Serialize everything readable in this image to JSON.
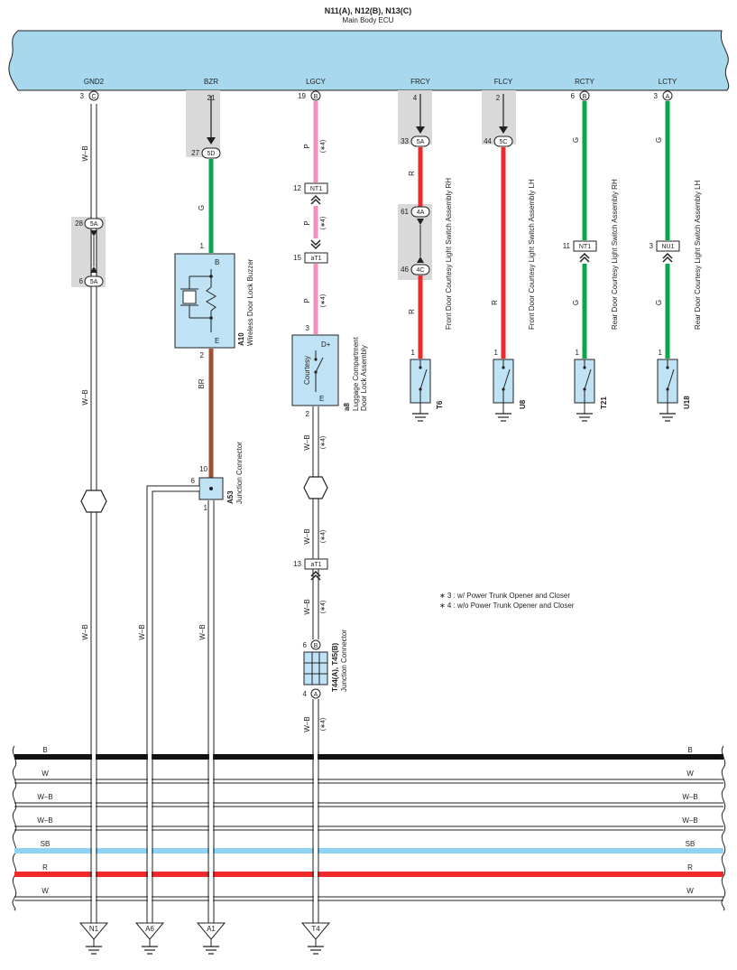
{
  "header": {
    "title": "N11(A), N12(B), N13(C)",
    "subtitle": "Main Body ECU"
  },
  "ecu_pins": [
    {
      "label": "GND2",
      "pin": "3",
      "connector": "C"
    },
    {
      "label": "BZR",
      "pin": "21",
      "connector": ""
    },
    {
      "label": "LGCY",
      "pin": "19",
      "connector": "B"
    },
    {
      "label": "FRCY",
      "pin": "4",
      "connector": ""
    },
    {
      "label": "FLCY",
      "pin": "2",
      "connector": ""
    },
    {
      "label": "RCTY",
      "pin": "6",
      "connector": "B"
    },
    {
      "label": "LCTY",
      "pin": "3",
      "connector": "A"
    }
  ],
  "wire_colors": {
    "W-B": "W–B",
    "G": "G",
    "P": "P",
    "R": "R",
    "BR": "BR",
    "B": "B",
    "W": "W",
    "SB": "SB"
  },
  "colors": {
    "ecu_fill": "#a8d8ee",
    "green": "#0aa64b",
    "pink": "#f48fc0",
    "red": "#ee2a2a",
    "brown": "#a0522d",
    "black": "#111111",
    "sky": "#8fd3f4",
    "component": "#bfe3f4",
    "shade": "#d9d9d9"
  },
  "connectors": {
    "c5D": {
      "pin": "27",
      "id": "5D"
    },
    "c5A_top": {
      "pin": "28",
      "id": "5A"
    },
    "c5A_bot": {
      "pin": "6",
      "id": "5A"
    },
    "c5A_fr": {
      "pin": "33",
      "id": "5A"
    },
    "c4A": {
      "pin": "61",
      "id": "4A"
    },
    "c4C": {
      "pin": "46",
      "id": "4C"
    },
    "c5C": {
      "pin": "44",
      "id": "5C"
    },
    "nt1_a": {
      "pin": "12",
      "id": "NT1"
    },
    "at1_a": {
      "pin": "15",
      "id": "aT1"
    },
    "at1_b": {
      "pin": "13",
      "id": "aT1"
    },
    "nt1_b": {
      "pin": "11",
      "id": "NT1"
    },
    "nu1": {
      "pin": "3",
      "id": "NU1"
    },
    "t44_b": {
      "pin": "6",
      "id": "B"
    },
    "t44_a": {
      "pin": "4",
      "id": "A"
    }
  },
  "notes": {
    "star4": "(∗4)",
    "note3": "∗ 3 : w/ Power Trunk Opener and Closer",
    "note4": "∗ 4 : w/o Power Trunk Opener and Closer"
  },
  "components": {
    "a10": {
      "code": "A10",
      "name": "Wireless Door Lock Buzzer",
      "pin_top": "1",
      "pin_bot": "2",
      "term_top": "B",
      "term_bot": "E"
    },
    "a8": {
      "code": "a8",
      "name1": "Luggage Compartment",
      "name2": "Door Lock Assembly",
      "inner": "Courtesy",
      "pin_top": "3",
      "pin_bot": "2",
      "term_top": "D+",
      "term_bot": "E"
    },
    "a53": {
      "code": "A53",
      "name": "Junction Connector",
      "pin10": "10",
      "pin6": "6",
      "pin1": "1"
    },
    "t44": {
      "code": "T44(A), T45(B)",
      "name": "Junction Connector"
    },
    "t6": {
      "code": "T6",
      "name": "Front Door Courtesy Light Switch Assembly RH",
      "pin": "1"
    },
    "u8": {
      "code": "U8",
      "name": "Front Door Courtesy Light Switch Assembly LH",
      "pin": "1"
    },
    "t21": {
      "code": "T21",
      "name": "Rear Door Courtesy Light Switch Assembly RH",
      "pin": "1"
    },
    "u18": {
      "code": "U18",
      "name": "Rear Door Courtesy Light Switch Assembly LH",
      "pin": "1"
    }
  },
  "harness": [
    {
      "label": "B",
      "color": "#111111"
    },
    {
      "label": "W",
      "color": "#ffffff"
    },
    {
      "label": "W–B",
      "color": "#ffffff"
    },
    {
      "label": "W–B",
      "color": "#ffffff"
    },
    {
      "label": "SB",
      "color": "#8fd3f4"
    },
    {
      "label": "R",
      "color": "#ee2a2a"
    },
    {
      "label": "W",
      "color": "#ffffff"
    }
  ],
  "grounds": [
    "N1",
    "A6",
    "A1",
    "T4"
  ]
}
